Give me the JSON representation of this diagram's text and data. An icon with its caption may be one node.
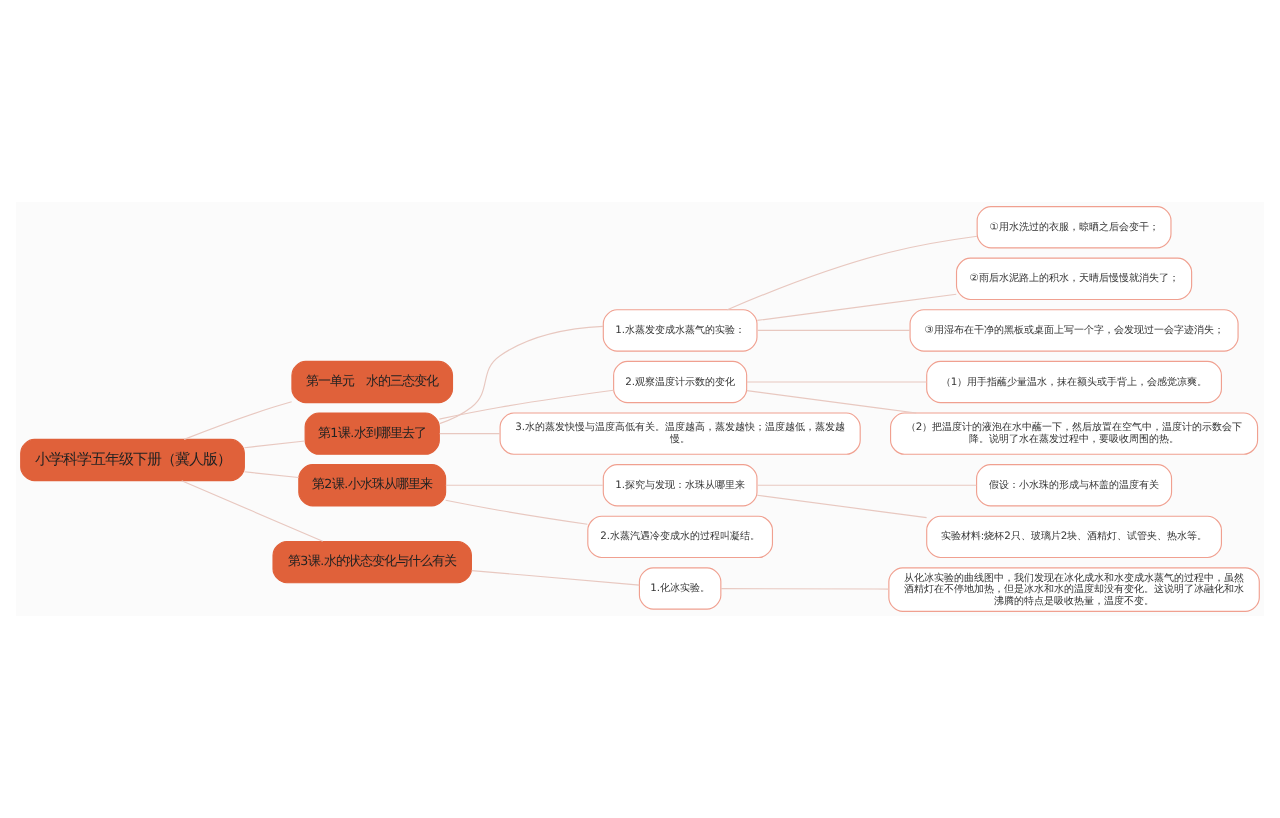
{
  "diagram": {
    "nodes": [
      {
        "text": [
          "小学科学五年级下册（冀人版）"
        ]
      },
      {
        "text": [
          "第一单元　水的三态变化"
        ]
      },
      {
        "text": [
          "第1课.水到哪里去了"
        ]
      },
      {
        "text": [
          "1.水蒸发变成水蒸气的实验："
        ]
      },
      {
        "text": [
          "①用水洗过的衣服，晾晒之后会变干；"
        ]
      },
      {
        "text": [
          "②雨后水泥路上的积水，天晴后慢慢就消失了；"
        ]
      },
      {
        "text": [
          "③用湿布在干净的黑板或桌面上写一个字，会发现过一会字迹消失；"
        ]
      },
      {
        "text": [
          "2.观察温度计示数的变化"
        ]
      },
      {
        "text": [
          "（1）用手指蘸少量温水，抹在额头或手背上，会感觉凉爽。"
        ]
      },
      {
        "text": [
          "（2）把温度计的液泡在水中蘸一下，然后放置在空气中，温度计的示数会下降。说明了水在蒸发过程中，要吸收周围的热。"
        ]
      },
      {
        "text": [
          "3.水的蒸发快慢与温度高低有关。温度越高，蒸发越快；温度越低，蒸发越慢。"
        ]
      },
      {
        "text": [
          "第2课.小水珠从哪里来"
        ]
      },
      {
        "text": [
          "1.探究与发现：水珠从哪里来"
        ]
      },
      {
        "text": [
          "假设：小水珠的形成与杯盖的温度有关"
        ]
      },
      {
        "text": [
          "实验材料:烧杯2只、玻璃片2块、酒精灯、试管夹、热水等。"
        ]
      },
      {
        "text": [
          "2.水蒸汽遇冷变成水的过程叫凝结。"
        ]
      },
      {
        "text": [
          "第3课.水的状态变化与什么有关"
        ]
      },
      {
        "text": [
          "1.化冰实验。"
        ]
      },
      {
        "text": [
          "从化冰实验的曲线图中，我们发现在冰化成水和水变成水蒸气的过程中，虽然酒精灯在不停地加热，但是冰水和水的温度却没有变化。这说明了冰融化和水沸腾的特点是吸收热量，温度不变。"
        ]
      }
    ],
    "edges": [
      {
        "from": 0,
        "to": 1,
        "arrow": "none"
      },
      {
        "from": 0,
        "to": 2,
        "arrow": "none"
      },
      {
        "from": 2,
        "to": 3,
        "arrow": "none"
      },
      {
        "from": 3,
        "to": 4,
        "arrow": "none"
      },
      {
        "from": 3,
        "to": 5,
        "arrow": "none"
      },
      {
        "from": 3,
        "to": 6,
        "arrow": "none"
      },
      {
        "from": 2,
        "to": 7,
        "arrow": "none"
      },
      {
        "from": 7,
        "to": 8,
        "arrow": "none"
      },
      {
        "from": 7,
        "to": 9,
        "arrow": "none"
      },
      {
        "from": 2,
        "to": 10,
        "arrow": "none"
      },
      {
        "from": 0,
        "to": 11,
        "arrow": "none"
      },
      {
        "from": 11,
        "to": 12,
        "arrow": "none"
      },
      {
        "from": 12,
        "to": 13,
        "arrow": "none"
      },
      {
        "from": 12,
        "to": 14,
        "arrow": "none"
      },
      {
        "from": 11,
        "to": 15,
        "arrow": "none"
      },
      {
        "from": 0,
        "to": 16,
        "arrow": "none"
      },
      {
        "from": 16,
        "to": 17,
        "arrow": "none"
      },
      {
        "from": 17,
        "to": 18,
        "arrow": "none"
      }
    ]
  }
}
